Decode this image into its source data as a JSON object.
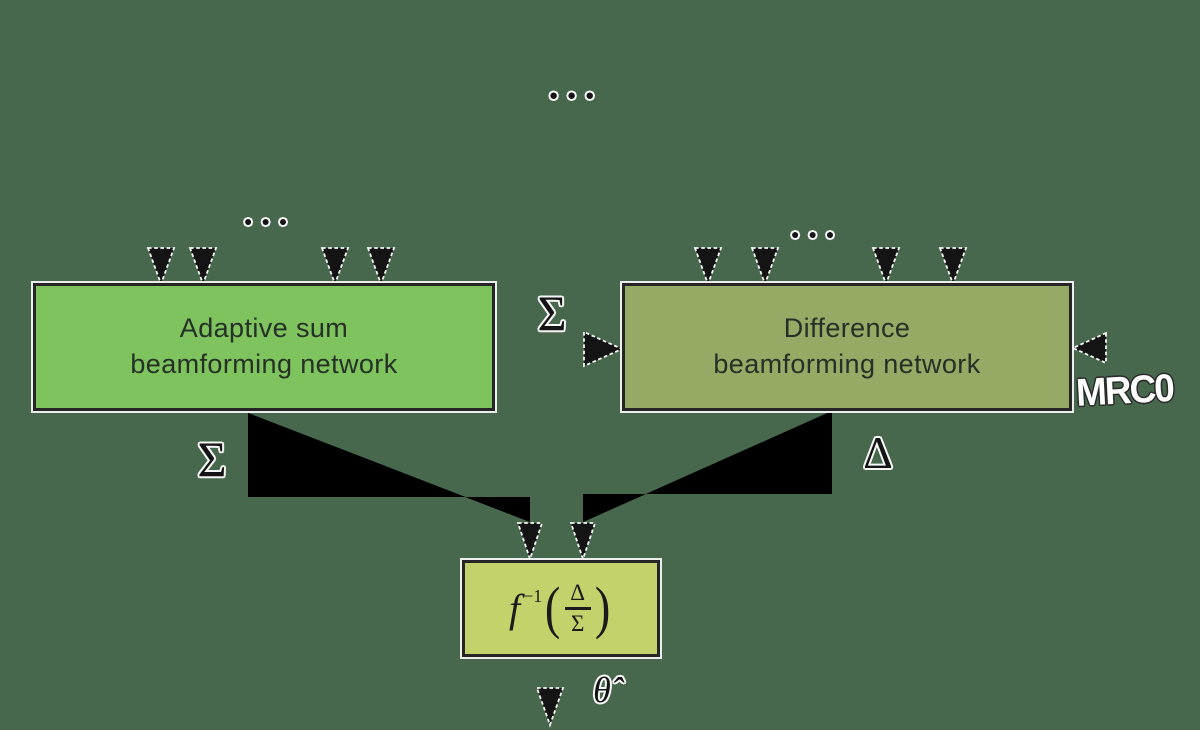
{
  "colors": {
    "background": "#48684e",
    "sum_box": "#7ec35e",
    "difference_box": "#96aa66",
    "formula_box": "#c3d26a",
    "line": "#141414",
    "casing": "#f6f6f6",
    "text": "#253026",
    "watermark": "#ffffff"
  },
  "sum_box": {
    "line1": "Adaptive sum",
    "line2": "beamforming network"
  },
  "difference_box": {
    "line1": "Difference",
    "line2": "beamforming network"
  },
  "formula_box": {
    "function": "f",
    "exponent": "−1",
    "lparen": "(",
    "numerator": "Δ",
    "denominator": "Σ",
    "rparen": ")"
  },
  "labels": {
    "sum_to_difference": "Σ",
    "sum_output": "Σ",
    "difference_output": "Δ",
    "estimate_output": "θ̂",
    "watermark": "MRC0",
    "ellipsis": "●●●"
  }
}
